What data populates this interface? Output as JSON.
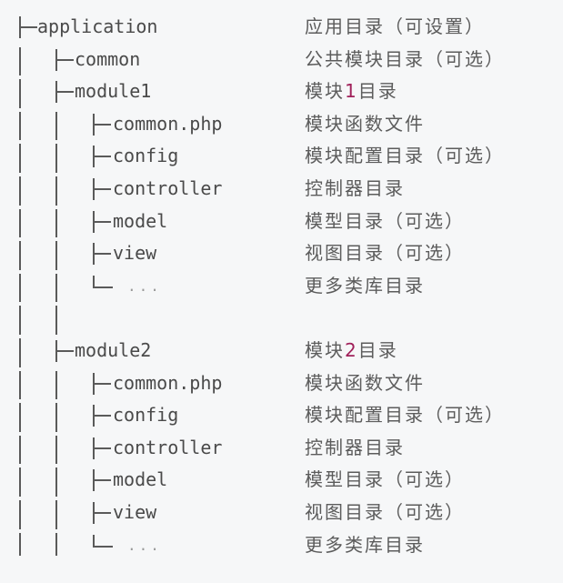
{
  "accent_color": "#a0205a",
  "rows": [
    {
      "name": "application",
      "desc_pre": "应用目录（可设置）",
      "num": "",
      "desc_post": ""
    },
    {
      "name": "common",
      "desc_pre": "公共模块目录（可选）",
      "num": "",
      "desc_post": ""
    },
    {
      "name": "module1",
      "desc_pre": "模块",
      "num": "1",
      "desc_post": "目录"
    },
    {
      "name": "common.php",
      "desc_pre": "模块函数文件",
      "num": "",
      "desc_post": ""
    },
    {
      "name": "config",
      "desc_pre": "模块配置目录（可选）",
      "num": "",
      "desc_post": ""
    },
    {
      "name": "controller",
      "desc_pre": "控制器目录",
      "num": "",
      "desc_post": ""
    },
    {
      "name": "model",
      "desc_pre": "模型目录（可选）",
      "num": "",
      "desc_post": ""
    },
    {
      "name": "view",
      "desc_pre": "视图目录（可选）",
      "num": "",
      "desc_post": ""
    },
    {
      "name": "...",
      "desc_pre": "更多类库目录",
      "num": "",
      "desc_post": ""
    },
    {
      "name": "",
      "desc_pre": "",
      "num": "",
      "desc_post": ""
    },
    {
      "name": "module2",
      "desc_pre": "模块",
      "num": "2",
      "desc_post": "目录"
    },
    {
      "name": "common.php",
      "desc_pre": "模块函数文件",
      "num": "",
      "desc_post": ""
    },
    {
      "name": "config",
      "desc_pre": "模块配置目录（可选）",
      "num": "",
      "desc_post": ""
    },
    {
      "name": "controller",
      "desc_pre": "控制器目录",
      "num": "",
      "desc_post": ""
    },
    {
      "name": "model",
      "desc_pre": "模型目录（可选）",
      "num": "",
      "desc_post": ""
    },
    {
      "name": "view",
      "desc_pre": "视图目录（可选）",
      "num": "",
      "desc_post": ""
    },
    {
      "name": "...",
      "desc_pre": "更多类库目录",
      "num": "",
      "desc_post": ""
    }
  ]
}
